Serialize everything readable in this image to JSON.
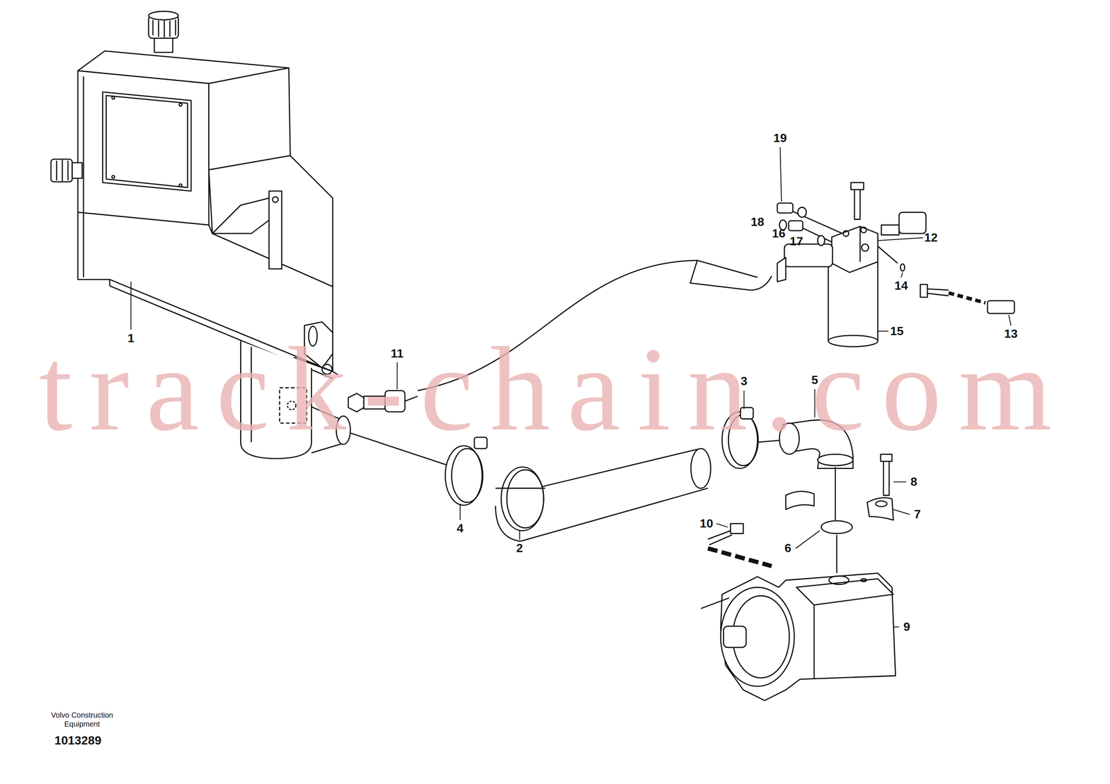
{
  "diagram": {
    "labels": [
      "19",
      "18",
      "16",
      "17",
      "12",
      "14",
      "13",
      "15",
      "1",
      "11",
      "3",
      "5",
      "8",
      "7",
      "10",
      "6",
      "4",
      "2",
      "9",
      "track-chain.com",
      "Volvo Construction Equipment",
      "1013289"
    ]
  }
}
